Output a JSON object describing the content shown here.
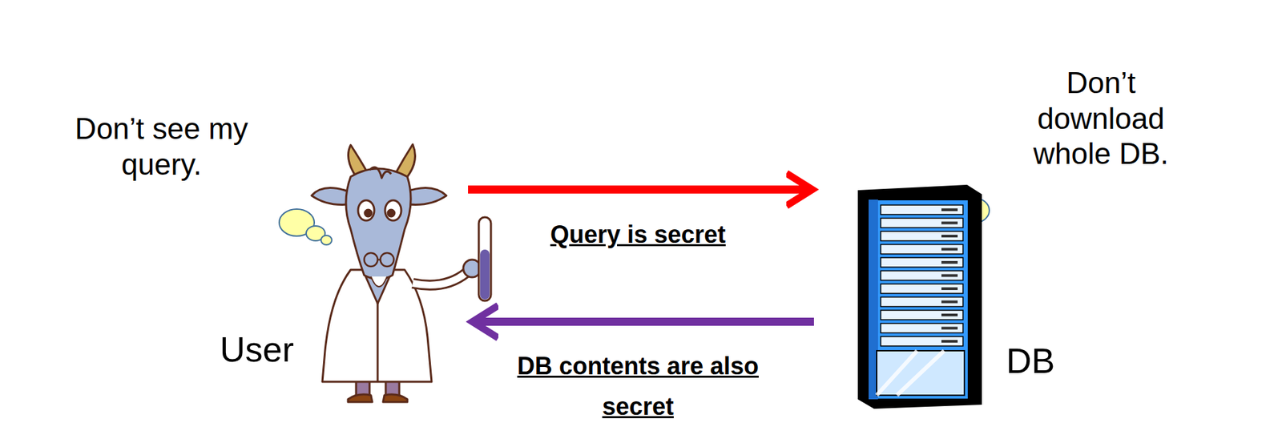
{
  "diagram": {
    "nodes": [
      {
        "text": [
          "Don’t see my query."
        ]
      },
      {
        "text": [
          "Query is secret",
          "DB contents are also secret"
        ]
      },
      {
        "text": [
          "Don’t download whole DB."
        ]
      }
    ],
    "labels": [
      "User",
      "DB"
    ]
  }
}
